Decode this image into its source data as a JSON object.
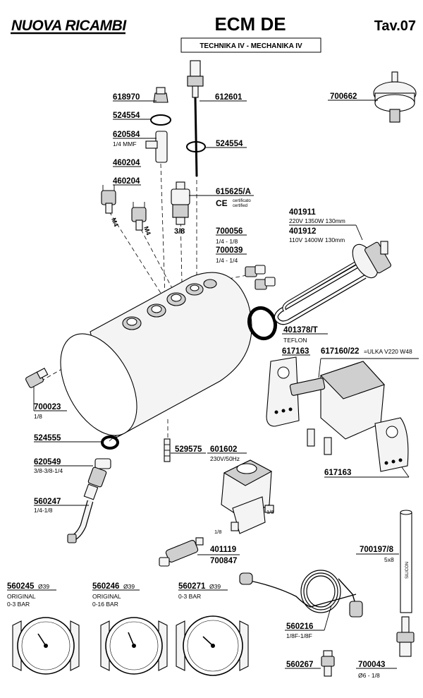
{
  "header": {
    "brand": "NUOVA RICAMBI",
    "model": "ECM DE",
    "table": "Tav.07",
    "models_box": "TECHNIKA IV -  MECHANIKA IV"
  },
  "parts": [
    {
      "code": "618970",
      "desc": ""
    },
    {
      "code": "524554",
      "desc": ""
    },
    {
      "code": "620584",
      "desc": "1/4 MMF"
    },
    {
      "code": "460204",
      "desc": ""
    },
    {
      "code": "460204",
      "desc": ""
    },
    {
      "code": "612601",
      "desc": ""
    },
    {
      "code": "524554",
      "desc": ""
    },
    {
      "code": "615625/A",
      "desc": ""
    },
    {
      "code": "700662",
      "desc": ""
    },
    {
      "code": "401911",
      "desc": "220V 1350W 130mm"
    },
    {
      "code": "401912",
      "desc": "110V 1400W 130mm"
    },
    {
      "code": "700056",
      "desc": "1/4 - 1/8"
    },
    {
      "code": "700039",
      "desc": "1/4 - 1/4"
    },
    {
      "code": "401378/T",
      "desc": "TEFLON"
    },
    {
      "code": "617163",
      "desc": ""
    },
    {
      "code": "617160/22",
      "desc": "=ULKA V220 W48"
    },
    {
      "code": "617163",
      "desc": ""
    },
    {
      "code": "700023",
      "desc": "1/8"
    },
    {
      "code": "524555",
      "desc": ""
    },
    {
      "code": "529575",
      "desc": ""
    },
    {
      "code": "601602",
      "desc": "230V/50Hz"
    },
    {
      "code": "620549",
      "desc": "3/8-3/8-1/4"
    },
    {
      "code": "560247",
      "desc": "1/4-1/8"
    },
    {
      "code": "401119",
      "desc": ""
    },
    {
      "code": "700847",
      "desc": ""
    },
    {
      "code": "700197/8",
      "desc": "5x8"
    },
    {
      "code": "560245",
      "desc": "Ø39"
    },
    {
      "code": "560246",
      "desc": "Ø39"
    },
    {
      "code": "560271",
      "desc": "Ø39"
    },
    {
      "code": "560216",
      "desc": "1/8F-1/8F"
    },
    {
      "code": "560267",
      "desc": ""
    },
    {
      "code": "700043",
      "desc": "Ø6 - 1/8"
    }
  ],
  "gauges": [
    {
      "line1": "ORIGINAL",
      "line2": "0-3 BAR"
    },
    {
      "line1": "ORIGINAL",
      "line2": "0-16 BAR"
    },
    {
      "line1": "0-3 BAR",
      "line2": ""
    }
  ],
  "part_marks": {
    "m4_a": "M4",
    "m4_b": "M4",
    "thread_3_8": "3/8",
    "ce": "CE",
    "certificato": "certificato",
    "certified": "certified",
    "valve_port_a": "1/8",
    "valve_port_b": "1/8",
    "tube_print": "SILICON"
  }
}
